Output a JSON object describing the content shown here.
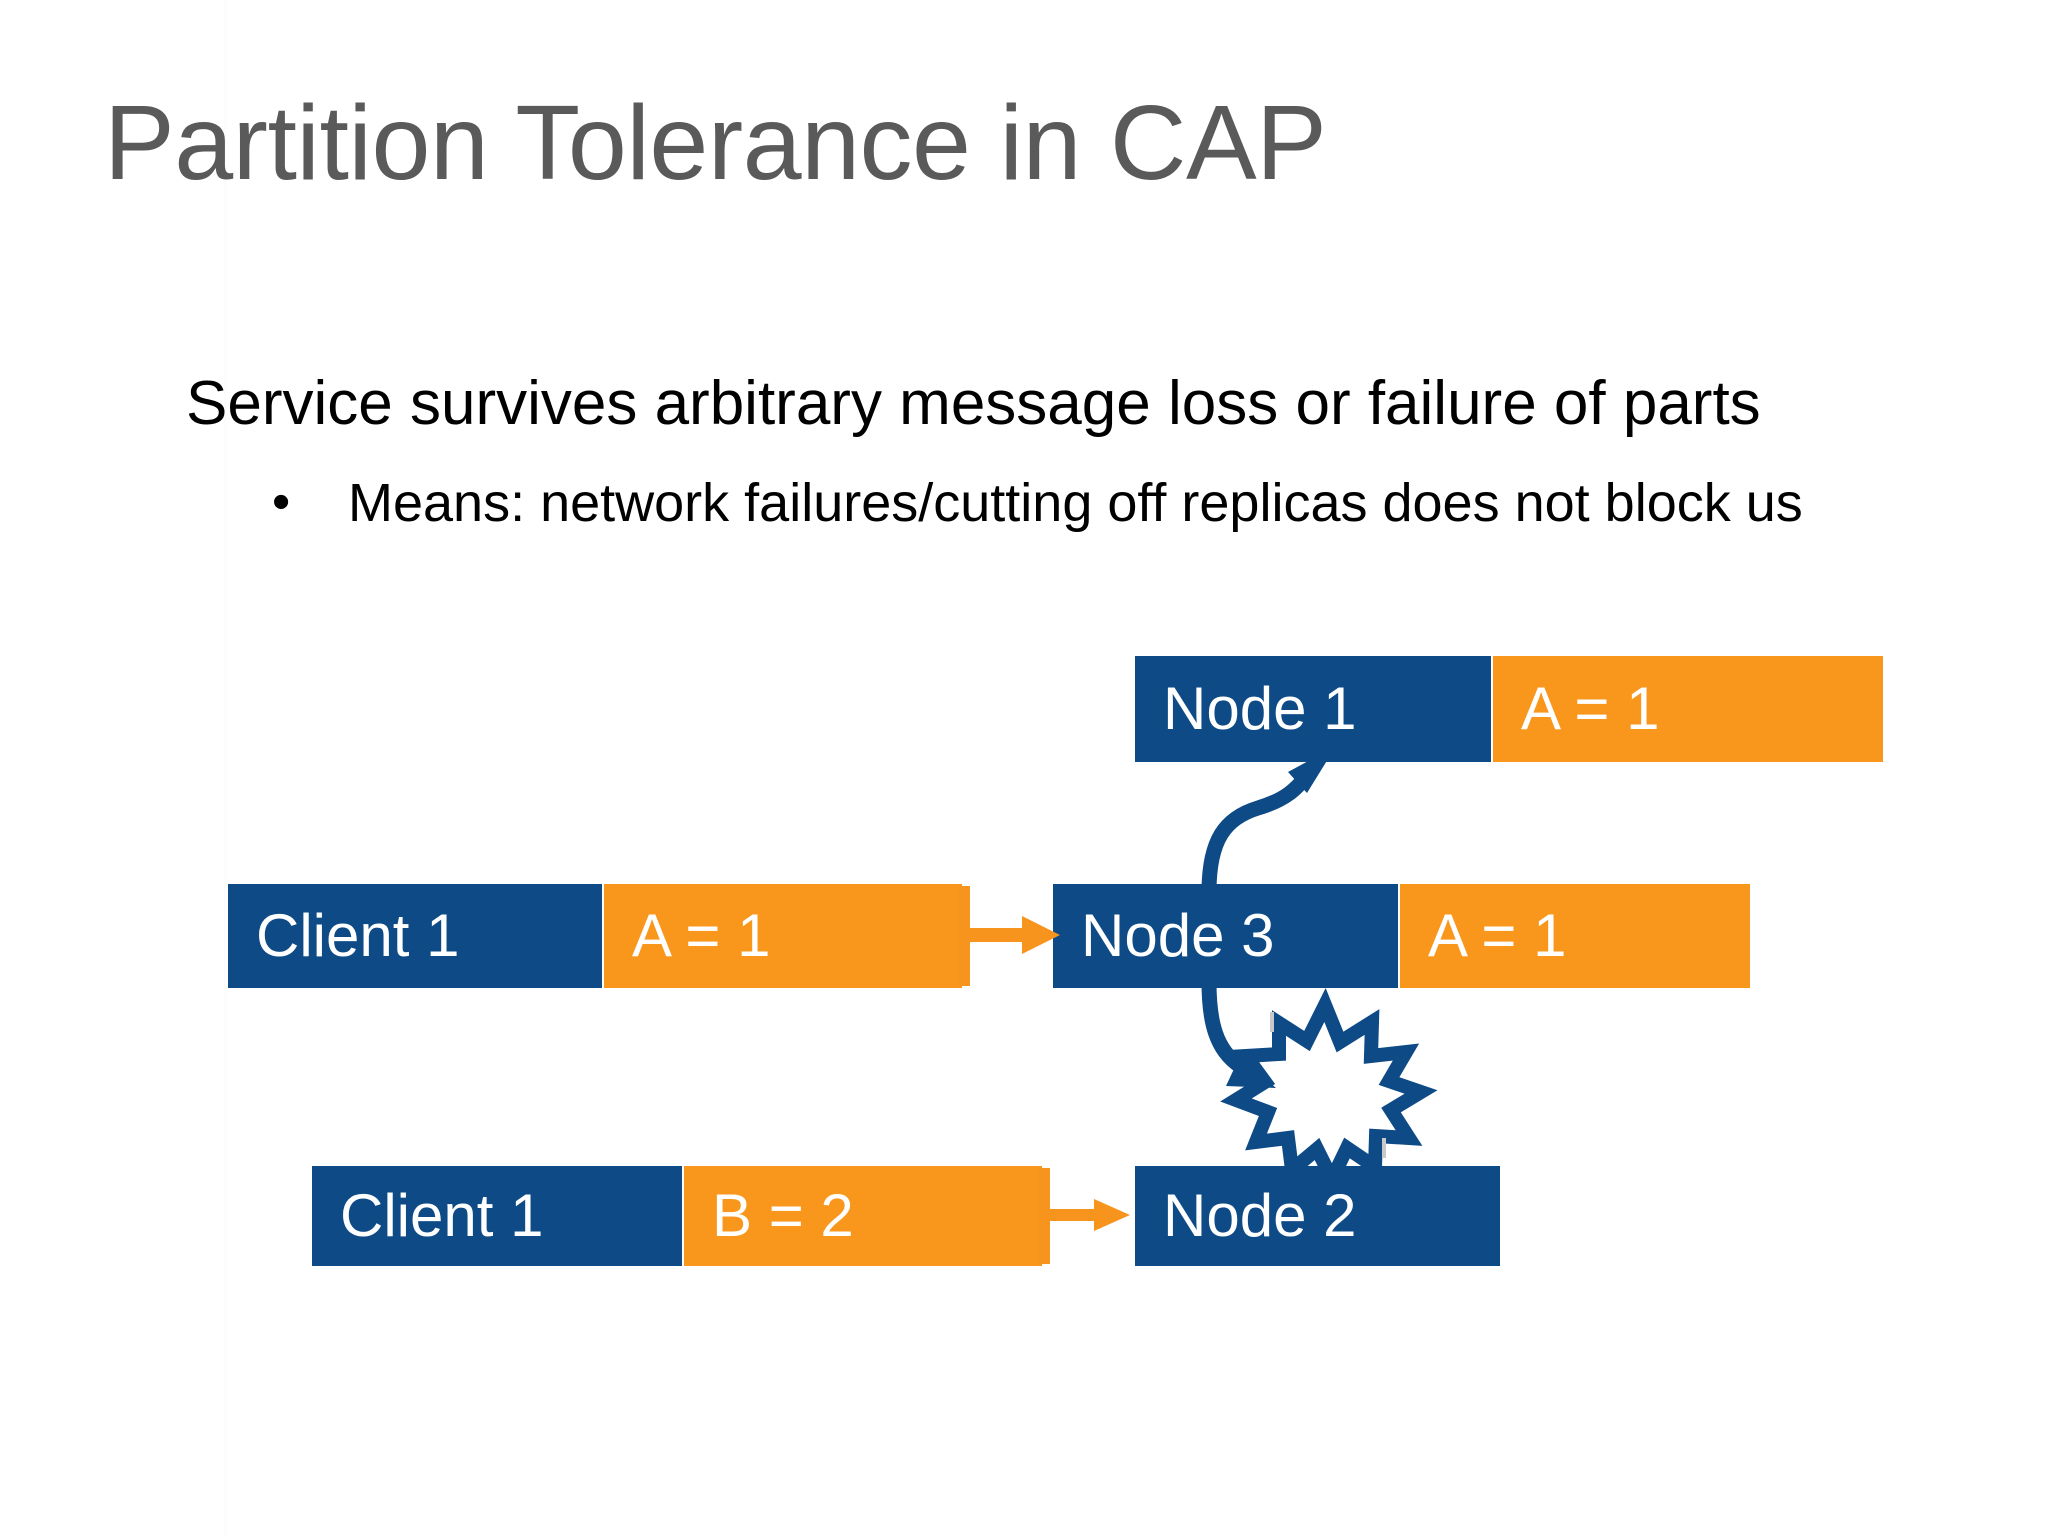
{
  "slide": {
    "title": "Partition Tolerance in CAP",
    "title_color": "#5a5a5a",
    "background": "#ffffff",
    "body": {
      "line1": "Service survives arbitrary message loss or failure of parts",
      "bullet_marker": "•",
      "bullet1": "Means: network failures/cutting off replicas does not block us"
    }
  },
  "palette": {
    "node_blue": "#0d4a86",
    "value_orange": "#f9971d",
    "arrow_orange": "#f7941e",
    "arrow_blue": "#0d4a86",
    "text_white": "#ffffff",
    "text_black": "#000000"
  },
  "diagram": {
    "type": "node-message-flow",
    "rows": [
      {
        "name": "node1-row",
        "boxes": [
          {
            "kind": "node",
            "label": "Node 1",
            "color": "#0d4a86"
          },
          {
            "kind": "value",
            "label": "A = 1",
            "color": "#f9971d"
          }
        ]
      },
      {
        "name": "client1-node3-row",
        "boxes": [
          {
            "kind": "client",
            "label": "Client 1",
            "color": "#0d4a86"
          },
          {
            "kind": "value",
            "label": "A = 1",
            "color": "#f9971d"
          },
          {
            "kind": "node",
            "label": "Node 3",
            "color": "#0d4a86"
          },
          {
            "kind": "value",
            "label": "A = 1",
            "color": "#f9971d"
          }
        ]
      },
      {
        "name": "client1-node2-row",
        "boxes": [
          {
            "kind": "client",
            "label": "Client 1",
            "color": "#0d4a86"
          },
          {
            "kind": "value",
            "label": "B = 2",
            "color": "#f9971d"
          },
          {
            "kind": "node",
            "label": "Node 2",
            "color": "#0d4a86"
          }
        ]
      }
    ],
    "connectors": [
      {
        "name": "client1-to-node3",
        "style": "straight-arrow",
        "color": "#f7941e",
        "from": "client1-value",
        "to": "node3"
      },
      {
        "name": "node3-to-node1",
        "style": "curved-arrow",
        "color": "#0d4a86",
        "from": "node3",
        "to": "node1",
        "direction": "up"
      },
      {
        "name": "node3-to-node2",
        "style": "curved-arrow-broken",
        "color": "#0d4a86",
        "from": "node3",
        "to": "node2",
        "direction": "down"
      },
      {
        "name": "client1b-to-node2",
        "style": "straight-arrow",
        "color": "#f7941e",
        "from": "client1-value-b",
        "to": "node2"
      }
    ],
    "markers": [
      {
        "name": "failure-burst",
        "shape": "starburst",
        "color": "#0d4a86",
        "meaning": "network partition / message loss"
      }
    ]
  }
}
